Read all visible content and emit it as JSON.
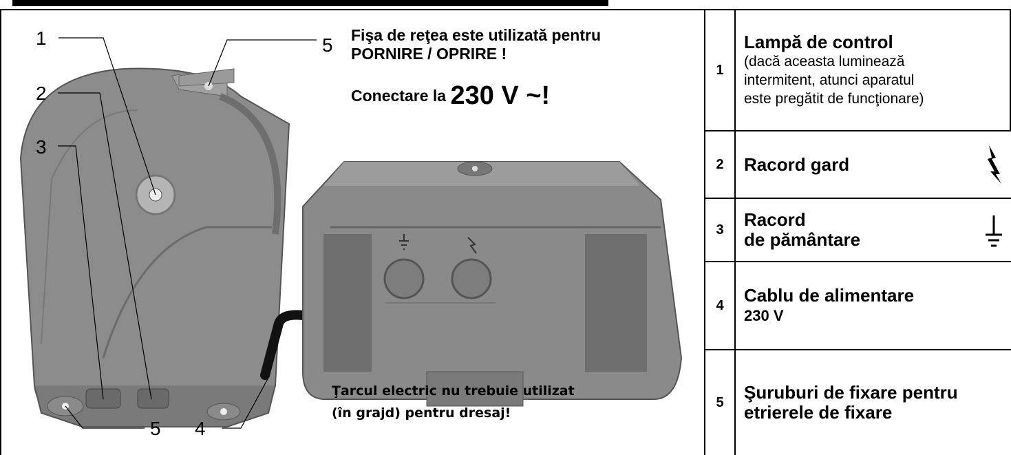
{
  "callouts": [
    "1",
    "2",
    "3",
    "5",
    "5",
    "4"
  ],
  "notes": {
    "plug_line1": "Fişa de reţea este utilizată pentru",
    "plug_line2": "PORNIRE / OPRIRE !",
    "connect_prefix": "Conectare la ",
    "connect_voltage": "230 V ~!",
    "warning_line1": "Ţarcul electric nu trebuie utilizat",
    "warning_line2": "(în grajd) pentru dresaj!"
  },
  "legend": [
    {
      "num": "1",
      "title": "Lampă de control",
      "lines": [
        "(dacă aceasta luminează",
        "intermitent, atunci aparatul",
        "este pregătit de funcţionare)"
      ]
    },
    {
      "num": "2",
      "title": "Racord gard",
      "icon": "lightning-icon"
    },
    {
      "num": "3",
      "title": "Racord",
      "title2": "de pământare",
      "icon": "ground-icon"
    },
    {
      "num": "4",
      "title": "Cablu de alimentare",
      "title2": "230 V"
    },
    {
      "num": "5",
      "title": "Şuruburi de fixare pentru",
      "title2": "etrierele de fixare"
    }
  ]
}
